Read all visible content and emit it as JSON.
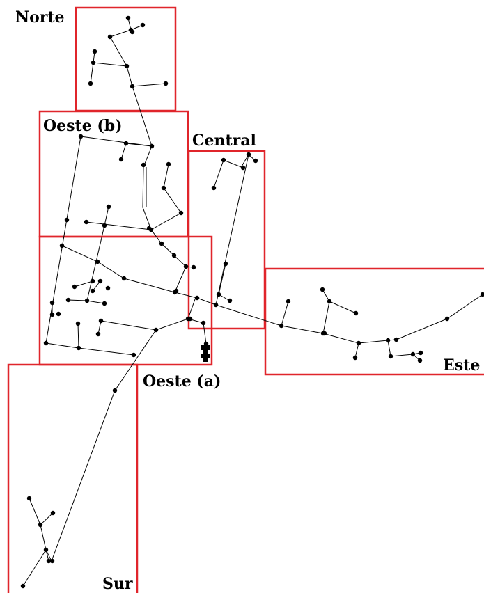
{
  "colors": {
    "zone_border": "#e0252b",
    "network": "#000000",
    "background": "#ffffff"
  },
  "zones": {
    "norte": "Norte",
    "oeste_b": "Oeste (b)",
    "central": "Central",
    "oeste_a": "Oeste (a)",
    "este": "Este",
    "sur": "Sur"
  }
}
